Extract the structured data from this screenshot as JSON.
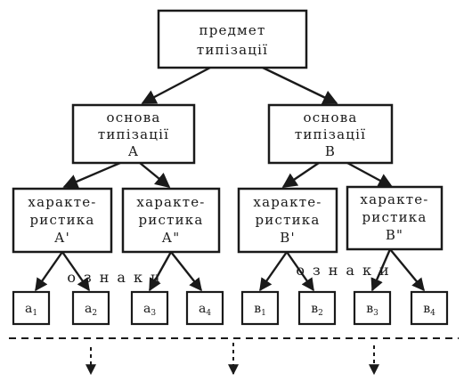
{
  "root": {
    "lines": [
      "предмет",
      "типізації"
    ]
  },
  "bases": [
    {
      "lines": [
        "основа",
        "типізації",
        "А"
      ]
    },
    {
      "lines": [
        "основа",
        "типізації",
        "В"
      ]
    }
  ],
  "characteristics": [
    {
      "lines": [
        "характе-",
        "ристика",
        "А'"
      ]
    },
    {
      "lines": [
        "характе-",
        "ристика",
        "А\""
      ]
    },
    {
      "lines": [
        "характе-",
        "ристика",
        "В'"
      ]
    },
    {
      "lines": [
        "характе-",
        "ристика",
        "В\""
      ]
    }
  ],
  "ozn_label_left": "ознаки",
  "ozn_label_right": "ознаки",
  "leaves": [
    {
      "base": "а",
      "sub": "1"
    },
    {
      "base": "а",
      "sub": "2"
    },
    {
      "base": "а",
      "sub": "3"
    },
    {
      "base": "а",
      "sub": "4"
    },
    {
      "base": "в",
      "sub": "1"
    },
    {
      "base": "в",
      "sub": "2"
    },
    {
      "base": "в",
      "sub": "3"
    },
    {
      "base": "в",
      "sub": "4"
    }
  ]
}
